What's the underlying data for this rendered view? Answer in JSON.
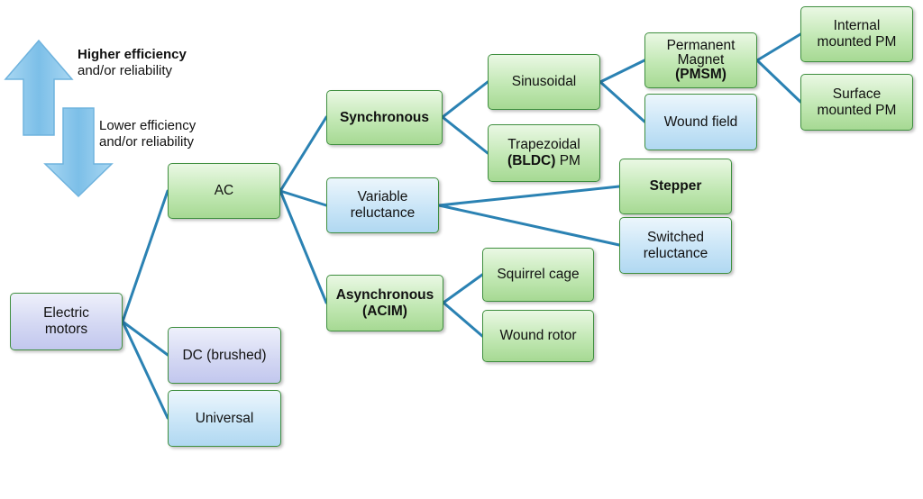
{
  "legend": {
    "higher_bold": "Higher efficiency",
    "higher_rest": "and/or reliability",
    "lower_line1": "Lower efficiency",
    "lower_line2": "and/or reliability"
  },
  "nodes": {
    "electric_motors": [
      "Electric",
      "motors"
    ],
    "ac": "AC",
    "dc_brushed": "DC (brushed)",
    "universal": "Universal",
    "synchronous": "Synchronous",
    "variable_reluctance": [
      "Variable",
      "reluctance"
    ],
    "asynchronous": [
      "Asynchronous",
      "(ACIM)"
    ],
    "sinusoidal": "Sinusoidal",
    "trapezoidal": {
      "line1": "Trapezoidal",
      "bold": "(BLDC)",
      "rest": " PM"
    },
    "pmsm": [
      "Permanent",
      "Magnet",
      "(PMSM)"
    ],
    "wound_field": "Wound field",
    "internal_pm": [
      "Internal",
      "mounted PM"
    ],
    "surface_pm": [
      "Surface",
      "mounted PM"
    ],
    "stepper": "Stepper",
    "switched_reluctance": [
      "Switched",
      "reluctance"
    ],
    "squirrel_cage": "Squirrel cage",
    "wound_rotor": "Wound rotor"
  },
  "colors": {
    "line": "#2b82b3",
    "green_fill": "#c2e8b4",
    "blue_fill": "#c9e5f7",
    "lavender_fill": "#d4d8f3",
    "border": "#3f8f3f",
    "arrow_fill": "#8ec7ea"
  }
}
